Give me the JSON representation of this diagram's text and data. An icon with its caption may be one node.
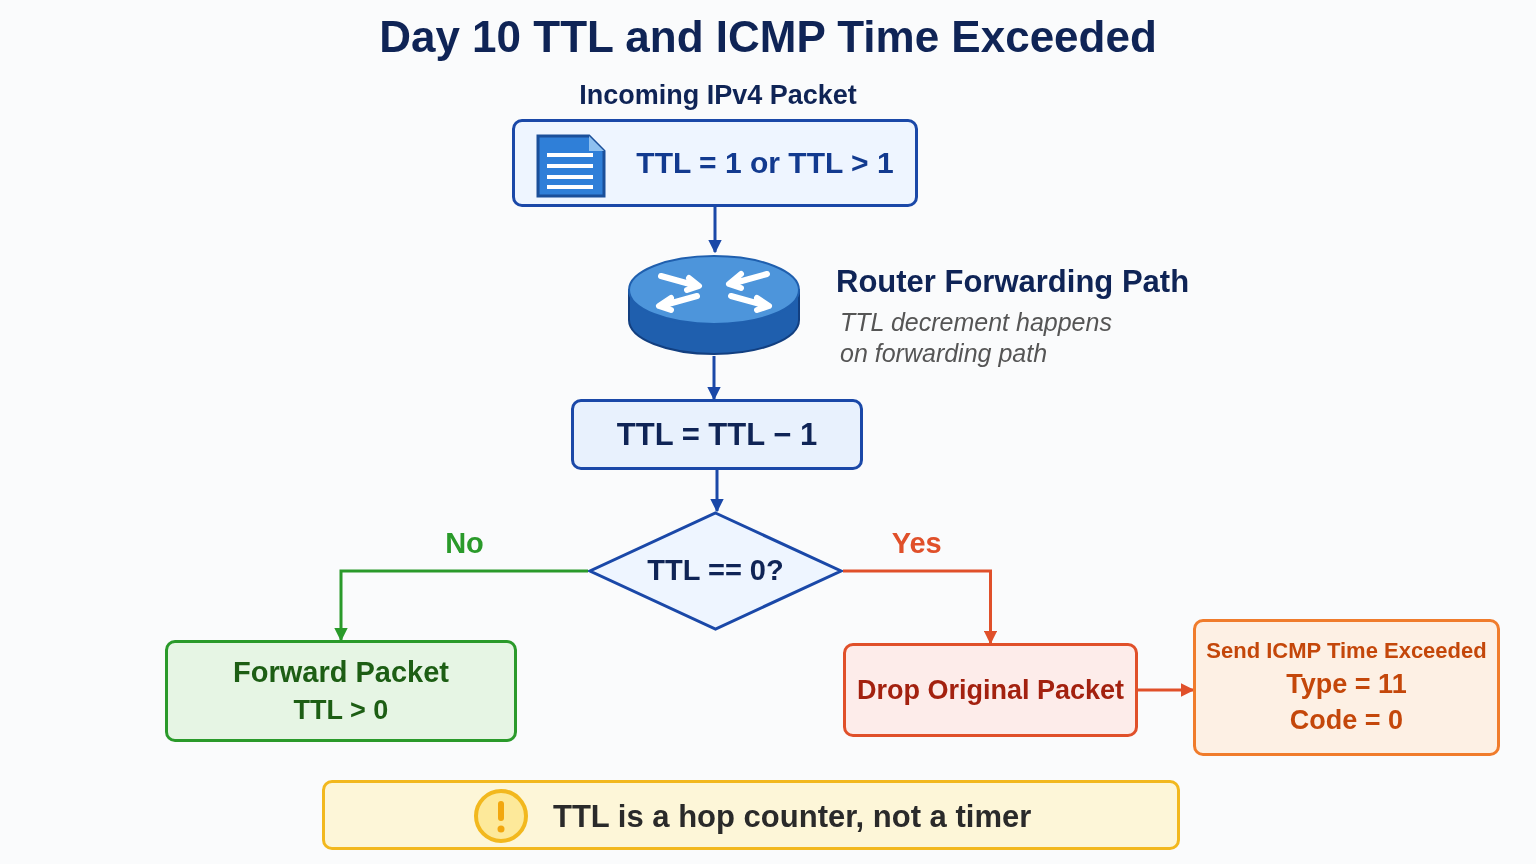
{
  "diagram": {
    "title": "Day 10 TTL and ICMP Time Exceeded",
    "nodes": [
      {
        "text": [
          "Incoming IPv4 Packet",
          "TTL = 1 or TTL > 1"
        ]
      },
      {
        "text": [],
        "shape": "picture",
        "beside": [
          "Router Forwarding Path",
          "TTL decrement happens on forwarding path"
        ]
      },
      {
        "text": [
          "TTL = TTL − 1"
        ]
      },
      {
        "text": [
          "TTL == 0?"
        ]
      },
      {
        "text": [
          "Forward Packet",
          "TTL > 0"
        ]
      },
      {
        "text": [
          "Drop Original Packet"
        ]
      },
      {
        "text": [
          "Send ICMP Time Exceeded",
          "Type = 11",
          "Code = 0"
        ]
      },
      {
        "text": [
          "TTL is a hop counter, not a timer"
        ]
      }
    ],
    "edges": [
      {
        "from": 0,
        "to": 1,
        "arrow": "to"
      },
      {
        "from": 1,
        "to": 2,
        "arrow": "to"
      },
      {
        "from": 2,
        "to": 3,
        "arrow": "to"
      },
      {
        "from": 3,
        "to": 4,
        "arrow": "to",
        "label": "No",
        "color": "#2a9a2a"
      },
      {
        "from": 3,
        "to": 5,
        "arrow": "to",
        "label": "Yes",
        "color": "#e0502a"
      },
      {
        "from": 5,
        "to": 6,
        "arrow": "to",
        "color": "#e0502a"
      }
    ]
  }
}
